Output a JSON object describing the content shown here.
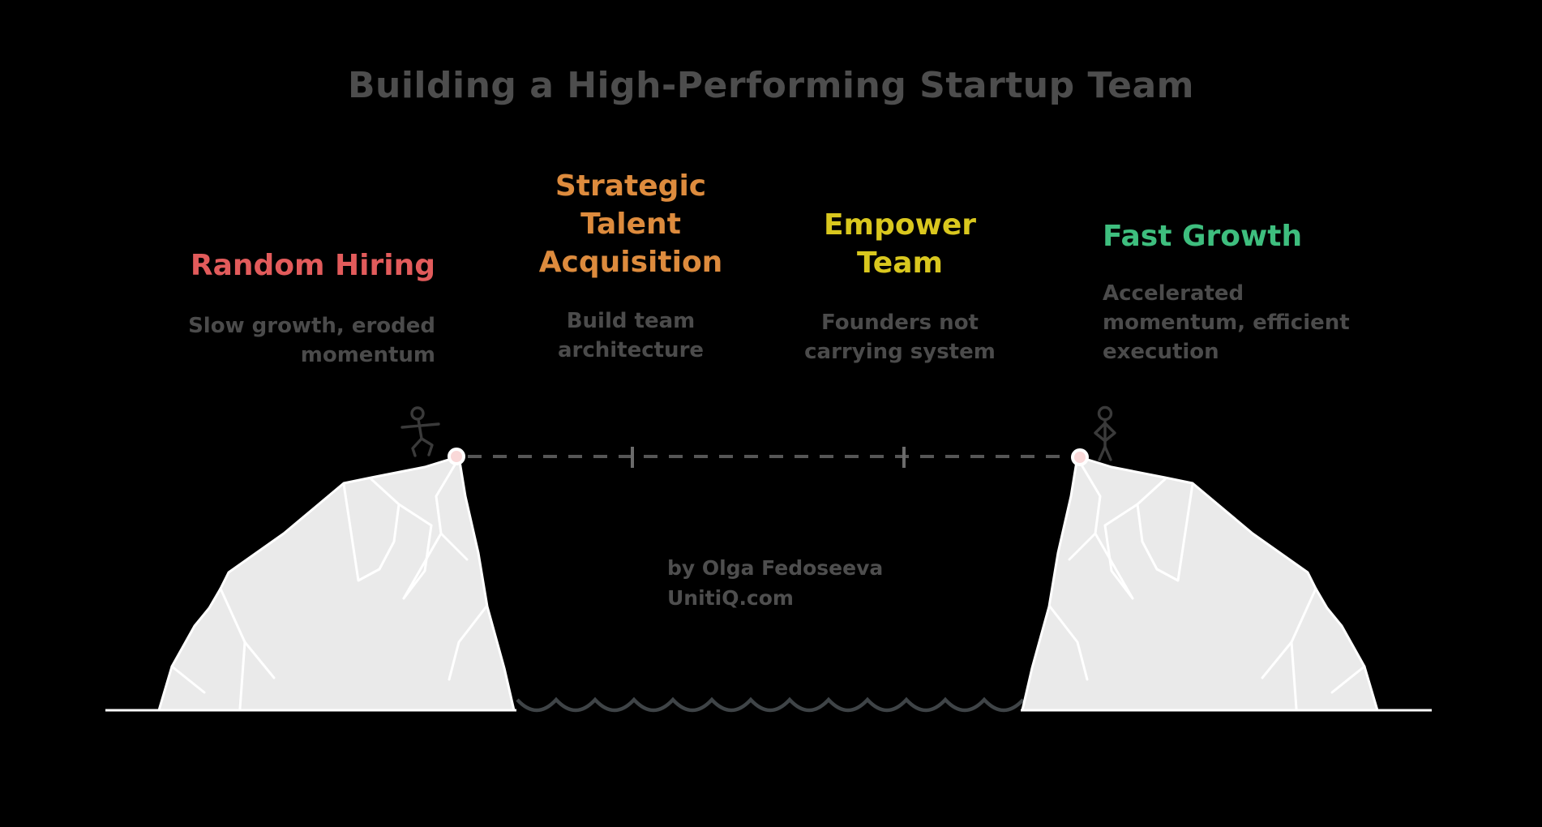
{
  "title": "Building a High-Performing Startup Team",
  "stages": [
    {
      "label": "Random Hiring",
      "description": "Slow growth, eroded momentum",
      "color": "#e25b5b"
    },
    {
      "label": "Strategic Talent Acquisition",
      "description": "Build team architecture",
      "color": "#dd8b3d"
    },
    {
      "label": "Empower Team",
      "description": "Founders not carrying system",
      "color": "#d9c71e"
    },
    {
      "label": "Fast Growth",
      "description": "Accelerated momentum, efficient execution",
      "color": "#3ebe7e"
    }
  ],
  "attribution": {
    "byline": "by Olga Fedoseeva",
    "site": "UnitiQ.com"
  },
  "scene": {
    "icons": [
      "walking-figure-icon",
      "standing-figure-icon",
      "anchor-point",
      "rope-line",
      "water-waves",
      "cliff"
    ],
    "colors": {
      "background": "#000000",
      "title_text": "#4d4d4d",
      "body_text": "#4b4b4b",
      "cliff_fill": "#eaeaea",
      "cliff_edge": "#ffffff",
      "ground_line": "#ffffff",
      "rope_dash": "#565656",
      "rope_tick": "#6b6b6b",
      "anchor_fill": "#f9d8d8",
      "anchor_ring": "#ffffff",
      "figure": "#3a3a3a",
      "water": "#3f4447"
    }
  }
}
